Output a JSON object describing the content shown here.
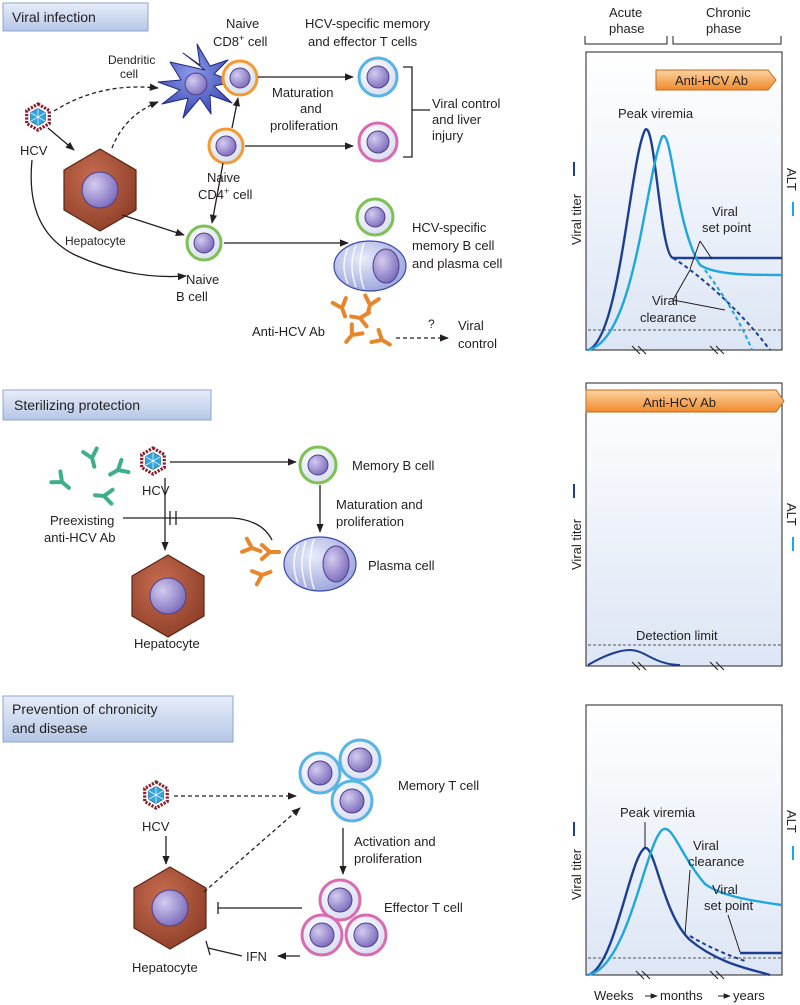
{
  "colors": {
    "hep_fill": "#a4523a",
    "hep_dark": "#6e2c1c",
    "nucleus": "#8c7fc4",
    "naive_ring": "#f29b33",
    "green_ring": "#7ec153",
    "blue_ring": "#58b4e4",
    "pink_ring": "#d96bb0",
    "dendritic": "#3d4fbf",
    "antibody": "#e7862a",
    "preexisting_ab": "#3fae8c",
    "virus_outer": "#8b1e2e",
    "virus_inner": "#2f9fd8",
    "dark_series": "#1c3f94",
    "light_series": "#1ea6e0",
    "banner": "#b8c9e8",
    "ab_arrow": "#f5a04a"
  },
  "panel1": {
    "banner": "Viral infection",
    "hcv": "HCV",
    "dendritic": [
      "Dendritic",
      "cell"
    ],
    "hepatocyte": "Hepatocyte",
    "naive_cd8": [
      "Naive",
      "CD8",
      "+",
      " cell"
    ],
    "naive_cd4": [
      "Naive",
      "CD4",
      "+",
      " cell"
    ],
    "naive_b": [
      "Naive",
      "B cell"
    ],
    "memory_effector": [
      "HCV-specific memory",
      "and effector T cells"
    ],
    "maturation": [
      "Maturation",
      "and",
      "proliferation"
    ],
    "outcome": [
      "Viral control",
      "and liver",
      "injury"
    ],
    "memory_b": [
      "HCV-specific",
      "memory B cell",
      "and plasma cell"
    ],
    "anti_ab": "Anti-HCV Ab",
    "question": "?",
    "viral_control": [
      "Viral",
      "control"
    ]
  },
  "panel2": {
    "banner": "Sterilizing protection",
    "hcv": "HCV",
    "preexisting": [
      "Preexisting",
      "anti-HCV Ab"
    ],
    "memory_b": "Memory B cell",
    "maturation": [
      "Maturation and",
      "proliferation"
    ],
    "plasma": "Plasma cell",
    "hepatocyte": "Hepatocyte"
  },
  "panel3": {
    "banner": [
      "Prevention of chronicity",
      "and disease"
    ],
    "hcv": "HCV",
    "memory_t": "Memory T cell",
    "activation": [
      "Activation and",
      "proliferation"
    ],
    "effector_t": "Effector T cell",
    "ifn": "IFN",
    "hepatocyte": "Hepatocyte"
  },
  "charts": {
    "phase_acute": [
      "Acute",
      "phase"
    ],
    "phase_chronic": [
      "Chronic",
      "phase"
    ],
    "anti_ab": "Anti-HCV Ab",
    "ylabel": "Viral titer",
    "ylabel_right": "ALT",
    "c1_peak": "Peak viremia",
    "c1_setpoint": [
      "Viral",
      "set point"
    ],
    "c1_clearance": [
      "Viral",
      "clearance"
    ],
    "c2_detection": "Detection limit",
    "c3_peak": "Peak viremia",
    "c3_clearance": [
      "Viral",
      "clearance"
    ],
    "c3_setpoint": [
      "Viral",
      "set point"
    ],
    "xaxis": [
      "Weeks",
      "months",
      "years"
    ]
  }
}
